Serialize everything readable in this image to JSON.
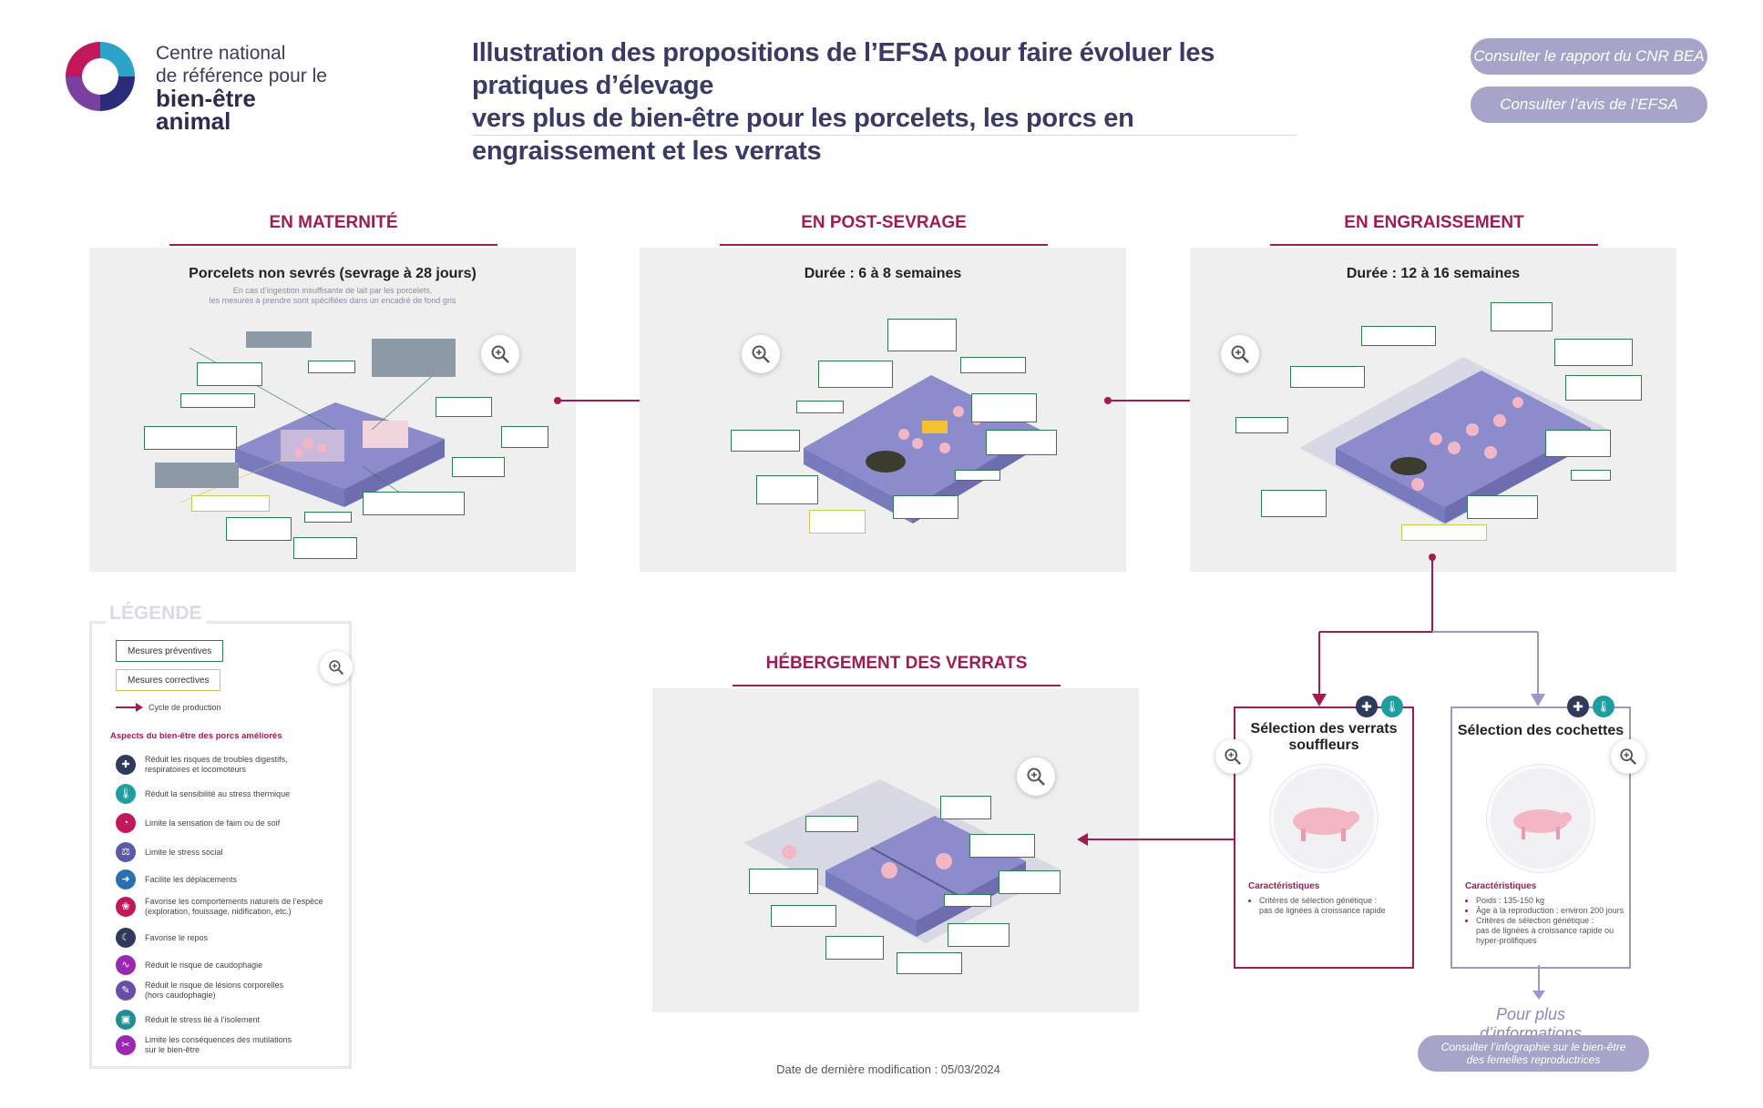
{
  "logo": {
    "line1": "Centre national",
    "line2": "de référence pour le",
    "line3": "bien-être animal"
  },
  "header": {
    "title_line1": "Illustration des propositions de l’EFSA pour faire évoluer les pratiques d’élevage",
    "title_line2": "vers plus de bien-être pour les porcelets, les porcs en engraissement et les verrats",
    "btn_rapport": "Consulter le rapport du CNR BEA",
    "btn_avis": "Consulter l’avis de l’EFSA"
  },
  "sections": {
    "maternite": {
      "heading": "EN MATERNITÉ",
      "title": "Porcelets non sevrés (sevrage à 28 jours)",
      "sub1": "En cas d’ingestion insuffisante de lait par les porcelets,",
      "sub2": "les mesures à prendre sont spécifiées dans un encadré de fond gris"
    },
    "post_sevrage": {
      "heading": "EN POST-SEVRAGE",
      "title": "Durée : 6 à 8 semaines"
    },
    "engraissement": {
      "heading": "EN ENGRAISSEMENT",
      "title": "Durée : 12 à 16 semaines"
    },
    "verrats": {
      "heading": "HÉBERGEMENT DES VERRATS"
    }
  },
  "legend": {
    "title": "LÉGENDE",
    "preventives": "Mesures préventives",
    "correctives": "Mesures correctives",
    "cycle": "Cycle de production",
    "aspects_title": "Aspects du bien-être des porcs améliorés",
    "items": [
      {
        "icon": "plus-cross-icon",
        "color": "#2f3a5c",
        "text1": "Réduit les risques de troubles digestifs,",
        "text2": "respiratoires et locomoteurs"
      },
      {
        "icon": "thermometer-icon",
        "color": "#1f9ea0",
        "text1": "Réduit la sensibilité au stress thermique",
        "text2": ""
      },
      {
        "icon": "hunger-icon",
        "color": "#c2185b",
        "text1": "Limite la sensation de faim ou de soif",
        "text2": ""
      },
      {
        "icon": "social-icon",
        "color": "#5a5aa8",
        "text1": "Limite le stress social",
        "text2": ""
      },
      {
        "icon": "movement-icon",
        "color": "#2a6fb0",
        "text1": "Facilite les déplacements",
        "text2": ""
      },
      {
        "icon": "behaviour-icon",
        "color": "#c2185b",
        "text1": "Favorise les comportements naturels de l’espèce",
        "text2": "(exploration, fouissage, nidification, etc.)"
      },
      {
        "icon": "rest-icon",
        "color": "#2f3a5c",
        "text1": "Favorise le repos",
        "text2": ""
      },
      {
        "icon": "tail-icon",
        "color": "#9c27b0",
        "text1": "Réduit le risque de caudophagie",
        "text2": ""
      },
      {
        "icon": "lesion-icon",
        "color": "#6a4fa8",
        "text1": "Réduit le risque de lésions corporelles",
        "text2": "(hors caudophagie)"
      },
      {
        "icon": "isolation-icon",
        "color": "#1f8e92",
        "text1": "Réduit le stress lié à l’isolement",
        "text2": ""
      },
      {
        "icon": "scissors-icon",
        "color": "#9c27b0",
        "text1": "Limite les conséquences des mutilations",
        "text2": "sur le bien-être"
      }
    ]
  },
  "selection": {
    "verrats": {
      "title1": "Sélection des verrats",
      "title2": "souffleurs",
      "char_title": "Caractéristiques",
      "items": [
        "Critères de sélection génétique :",
        "pas de lignées à croissance rapide"
      ]
    },
    "cochettes": {
      "title": "Sélection des cochettes",
      "char_title": "Caractéristiques",
      "items": [
        "Poids : 135-150 kg",
        "Âge à la reproduction : environ 200 jours",
        "Critères de sélection génétique :",
        "pas de lignées à croissance rapide ou",
        "hyper-prolifiques"
      ]
    }
  },
  "more": {
    "title": "Pour plus d’informations",
    "btn_line1": "Consulter l’infographie sur le bien-être",
    "btn_line2": "des femelles reproductrices"
  },
  "footer": {
    "date": "Date de dernière modification : 05/03/2024"
  },
  "colors": {
    "accent": "#a01c52",
    "violet": "#a6a4c9",
    "title": "#3a3a66",
    "panel": "#efefef"
  }
}
